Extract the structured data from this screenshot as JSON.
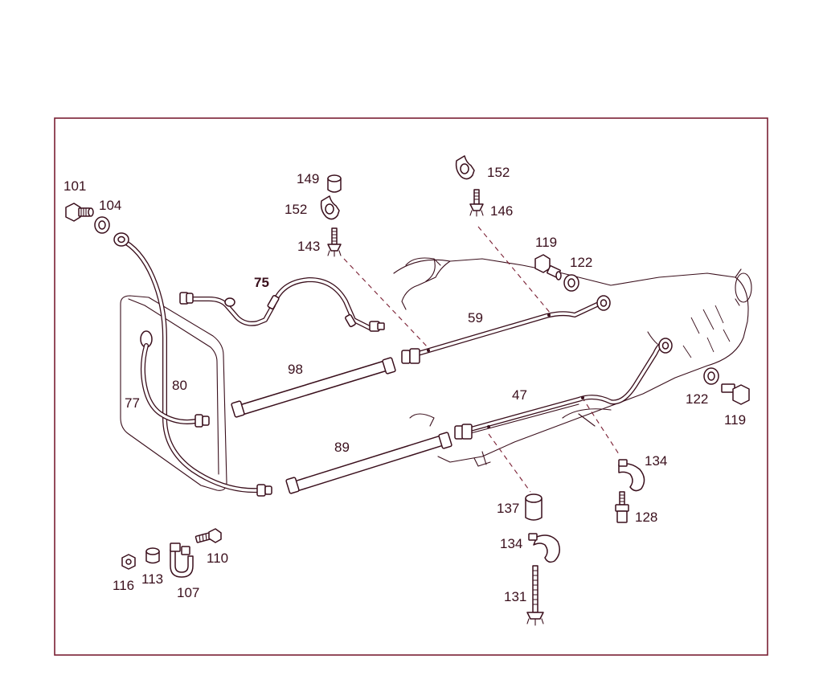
{
  "labels": {
    "p101": "101",
    "p104": "104",
    "p75": "75",
    "p149": "149",
    "p152a": "152",
    "p143": "143",
    "p152b": "152",
    "p146": "146",
    "p119a": "119",
    "p122a": "122",
    "p59": "59",
    "p98": "98",
    "p80": "80",
    "p77": "77",
    "p47": "47",
    "p122b": "122",
    "p119b": "119",
    "p89": "89",
    "p134a": "134",
    "p137": "137",
    "p128": "128",
    "p134b": "134",
    "p110": "110",
    "p116": "116",
    "p113": "113",
    "p107": "107",
    "p131": "131"
  },
  "colors": {
    "frame": "#7a1f33",
    "ink": "#3a0f1c",
    "leader": "#7a1f33"
  }
}
